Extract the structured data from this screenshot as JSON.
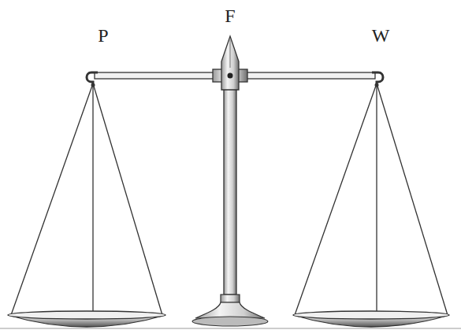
{
  "diagram": {
    "labels": [
      "P",
      "F",
      "W"
    ]
  }
}
